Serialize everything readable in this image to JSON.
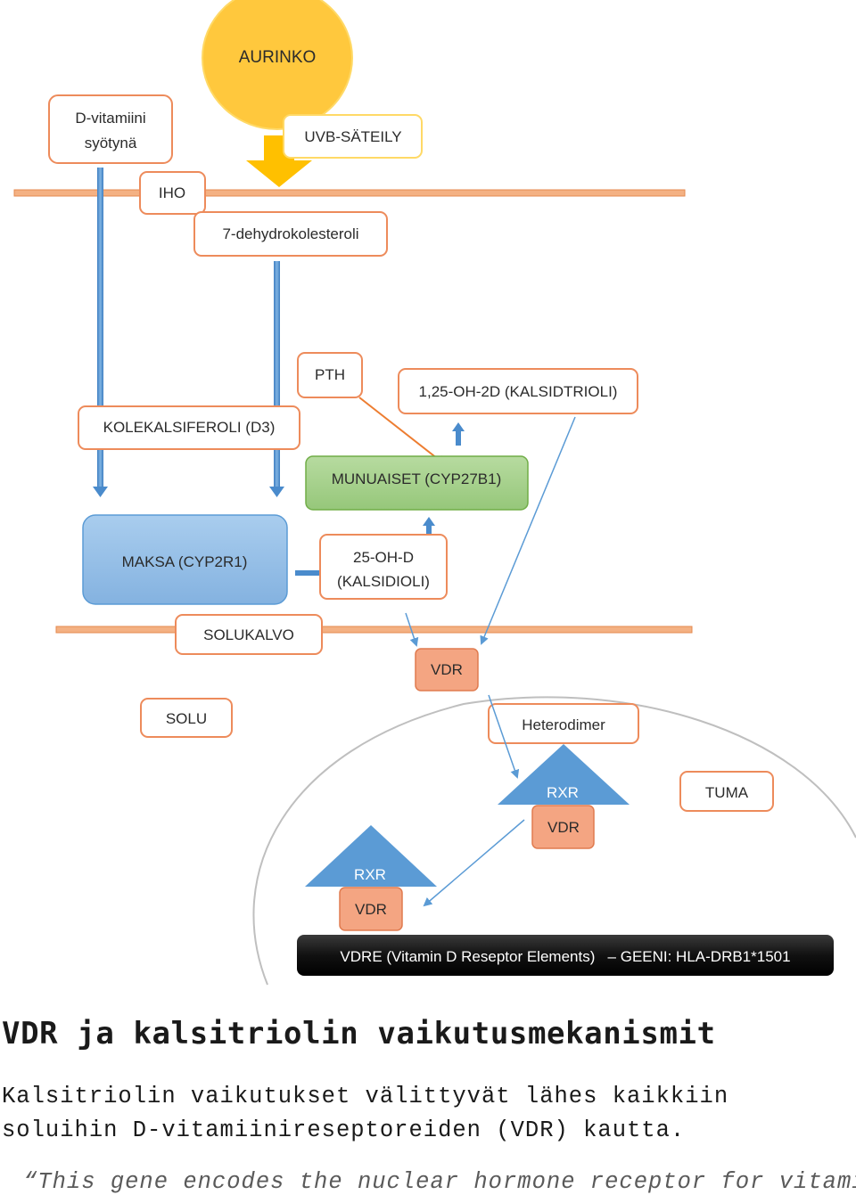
{
  "diagram": {
    "sun": "AURINKO",
    "uvb": "UVB-SÄTEILY",
    "dietary_line1": "D-vitamiini",
    "dietary_line2": "syötynä",
    "skin": "IHO",
    "dehydro": "7-dehydrokolesteroli",
    "pth": "PTH",
    "calcitriol": "1,25-OH-2D (KALSIDTRIOLI)",
    "cholecalciferol": "KOLEKALSIFEROLI (D3)",
    "kidneys": "MUNUAISET (CYP27B1)",
    "liver": "MAKSA (CYP2R1)",
    "calcidiol_line1": "25-OH-D",
    "calcidiol_line2": "(KALSIDIOLI)",
    "cell_membrane": "SOLUKALVO",
    "vdr": "VDR",
    "cell": "SOLU",
    "heterodimer": "Heterodimer",
    "rxr": "RXR",
    "nucleus": "TUMA",
    "vdre_bar": "VDRE (Vitamin D Reseptor Elements)   – GEENI: HLA-DRB1*1501"
  },
  "article": {
    "heading": "VDR ja kalsitriolin vaikutusmekanismit",
    "paragraph": "Kalsitriolin vaikutukset välittyvät lähes kaikkiin soluihin D-vitamiinireseptoreiden (VDR) kautta.",
    "quote": "“This gene encodes the nuclear hormone receptor for vitamin"
  },
  "colors": {
    "orange_border": "#ed8b5b",
    "membrane": "#f4b183",
    "blue_arrow": "#5b9bd5",
    "sun": "#ffc83d",
    "liver": "#9dc3e6",
    "kidney": "#a9d18e",
    "vdr_box": "#f4a582",
    "triangle": "#5b9bd5",
    "bar": "#0d0d0d"
  }
}
